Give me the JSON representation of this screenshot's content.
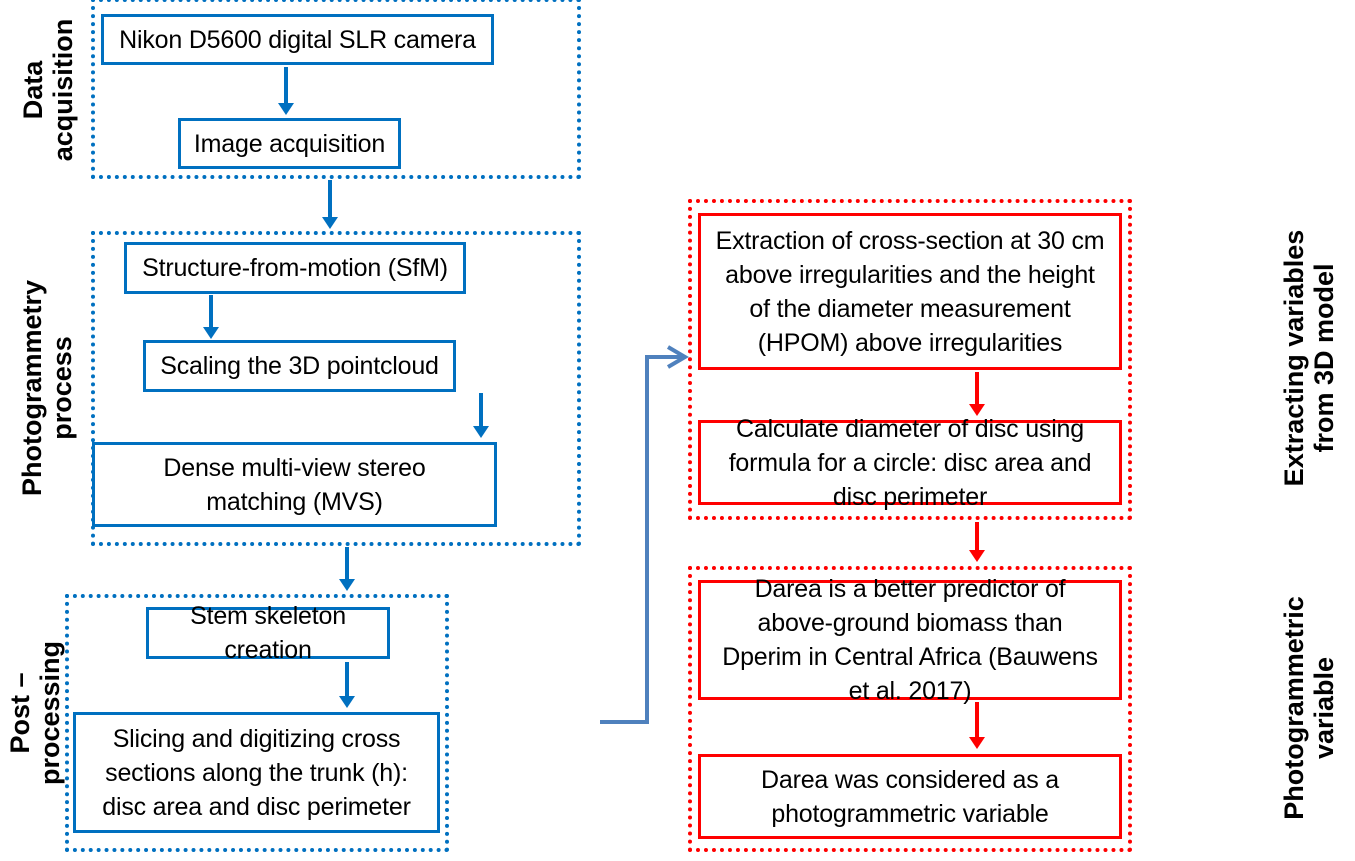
{
  "colors": {
    "blue": "#0070c0",
    "red": "#ff0000",
    "connector": "#4f81bd"
  },
  "sections": {
    "data_acquisition": {
      "label_line1": "Data",
      "label_line2": "acquisition",
      "steps": [
        "Nikon D5600 digital SLR camera",
        "Image acquisition"
      ]
    },
    "photogrammetry": {
      "label_line1": "Photogrammetry",
      "label_line2": "process",
      "steps": [
        "Structure-from-motion (SfM)",
        "Scaling the 3D pointcloud",
        "Dense multi-view stereo matching (MVS)"
      ]
    },
    "post_processing": {
      "label_line1": "Post –",
      "label_line2": "processing",
      "steps": [
        "Stem skeleton creation",
        "Slicing and digitizing cross sections along the trunk (h): disc area and disc perimeter"
      ]
    },
    "extracting": {
      "label_line1": "Extracting variables",
      "label_line2": "from 3D model",
      "steps": [
        "Extraction of cross-section at 30 cm above irregularities and the height of the diameter measurement (HPOM) above irregularities",
        "Calculate diameter of disc using formula for a circle: disc area and disc perimeter"
      ]
    },
    "photogrammetric_variable": {
      "label_line1": "Photogrammetric",
      "label_line2": "variable",
      "steps": [
        "Darea is a better predictor of above-ground biomass than Dperim in Central Africa (Bauwens et al. 2017)",
        "Darea was considered as a photogrammetric variable"
      ]
    }
  }
}
